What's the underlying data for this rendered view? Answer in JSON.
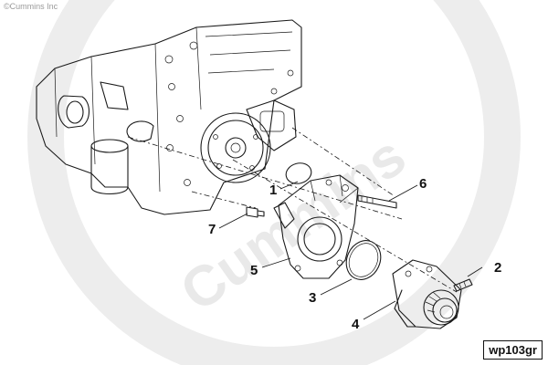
{
  "copyright_text": "©Cummins Inc",
  "watermark_text": "Cummins",
  "reference_code": "wp103gr",
  "callouts": [
    {
      "id": "c1",
      "label": "1"
    },
    {
      "id": "c2",
      "label": "2"
    },
    {
      "id": "c3",
      "label": "3"
    },
    {
      "id": "c4",
      "label": "4"
    },
    {
      "id": "c5",
      "label": "5"
    },
    {
      "id": "c6",
      "label": "6"
    },
    {
      "id": "c7",
      "label": "7"
    }
  ],
  "colors": {
    "line": "#1a1a1a",
    "watermark": "#e9e9e9",
    "copyright": "#9a9a9a"
  }
}
